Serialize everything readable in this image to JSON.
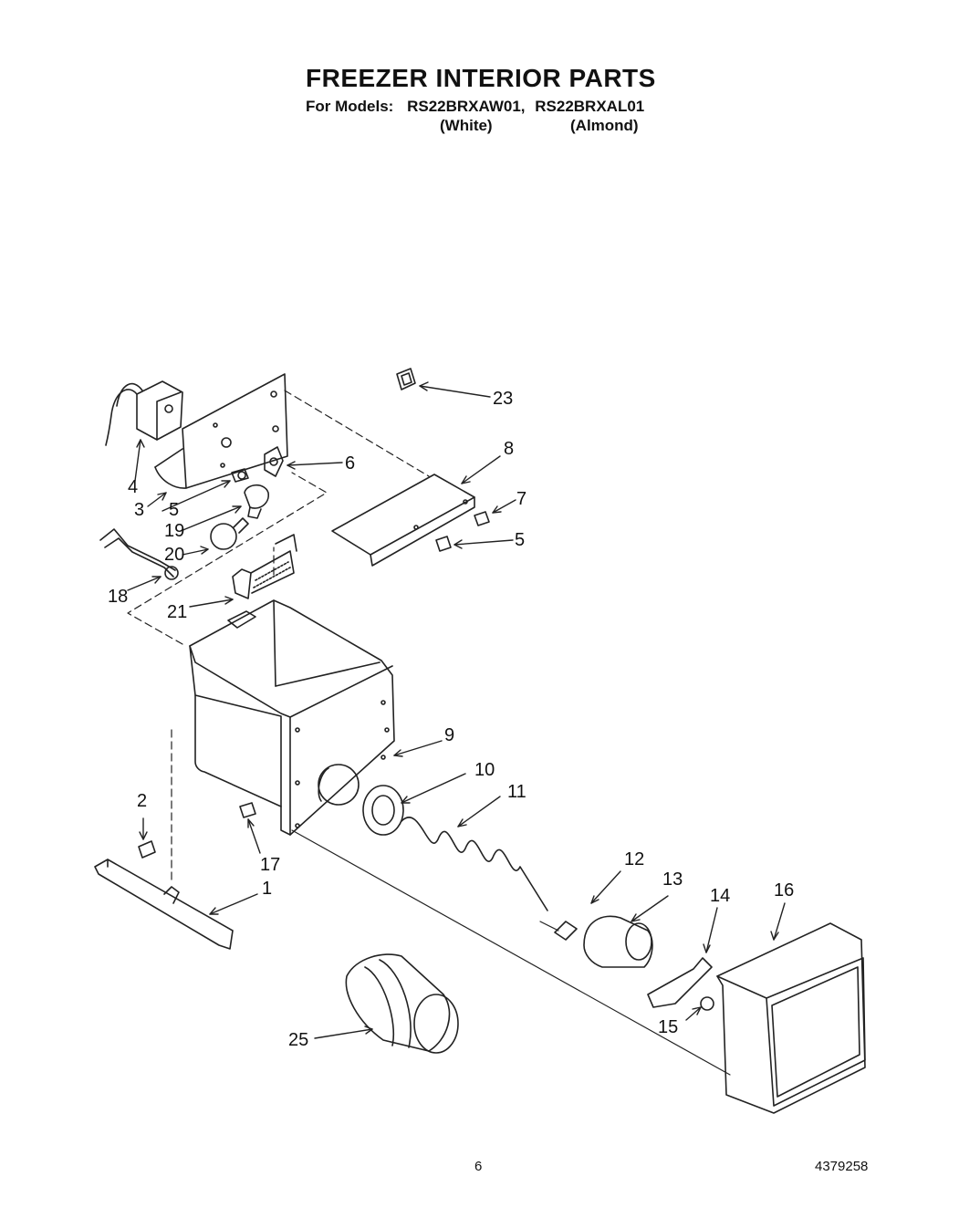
{
  "header": {
    "title": "FREEZER INTERIOR PARTS",
    "models_label": "For Models:",
    "model_white": "RS22BRXAW01,",
    "model_almond": "RS22BRXAL01",
    "variant_white": "(White)",
    "variant_almond": "(Almond)"
  },
  "callouts": {
    "c1": "1",
    "c2": "2",
    "c3": "3",
    "c4": "4",
    "c5a": "5",
    "c5b": "5",
    "c6": "6",
    "c7": "7",
    "c8": "8",
    "c9": "9",
    "c10": "10",
    "c11": "11",
    "c12": "12",
    "c13": "13",
    "c14": "14",
    "c15": "15",
    "c16": "16",
    "c17": "17",
    "c18": "18",
    "c19": "19",
    "c20": "20",
    "c21": "21",
    "c23": "23",
    "c25": "25"
  },
  "footer": {
    "page_number": "6",
    "doc_number": "4379258"
  }
}
